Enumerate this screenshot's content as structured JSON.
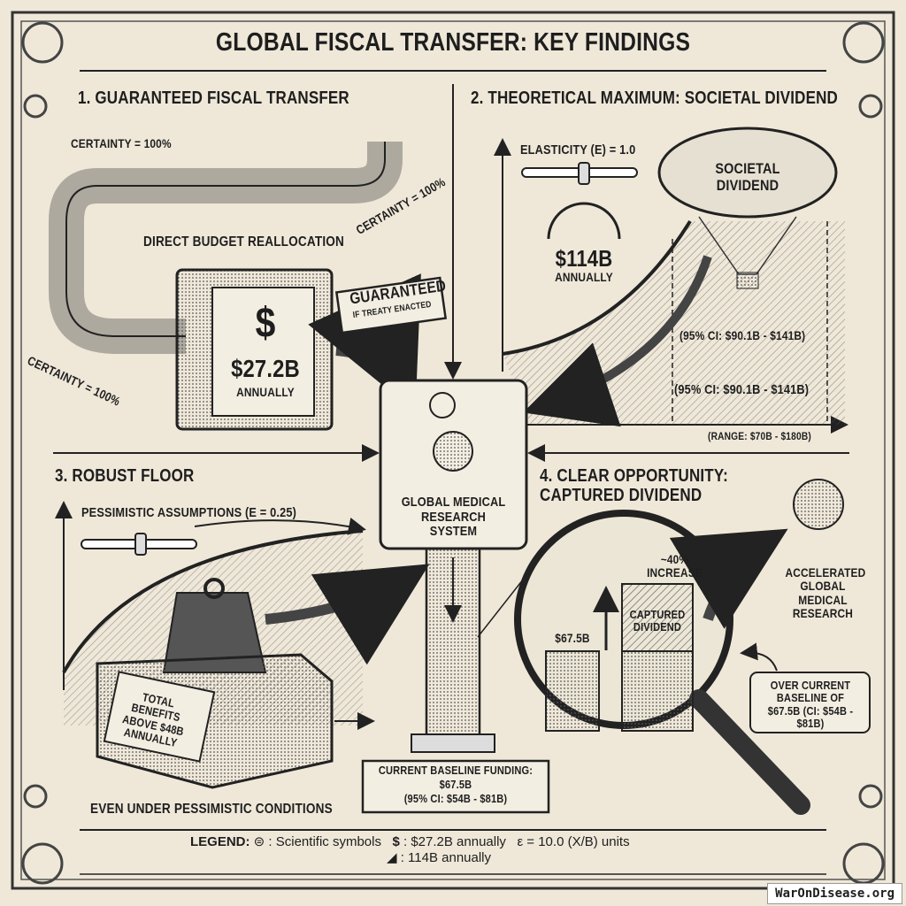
{
  "title": "Global Fiscal Transfer: Key Findings",
  "panel1": {
    "heading": "1. Guaranteed Fiscal Transfer",
    "certainty_top": "Certainty = 100%",
    "certainty_right": "Certainty = 100%",
    "certainty_bottom": "Certainty = 100%",
    "pipe_label": "Direct Budget Reallocation",
    "safe_symbol": "$",
    "safe_value": "$27.2B",
    "safe_unit": "Annually",
    "stamp_main": "Guaranteed",
    "stamp_sub": "If Treaty Enacted"
  },
  "panel2": {
    "heading": "2. Theoretical Maximum: Societal Dividend",
    "elasticity": "Elasticity (ε) = 1.0",
    "value": "$114B",
    "unit": "Annually",
    "blimp_label": "Societal Dividend",
    "ci_upper": "(95% CI: $90.1B - $141B)",
    "ci_lower": "(95% CI: $90.1B - $141B)",
    "range": "(Range: $70B - $180B)"
  },
  "center": {
    "label": "Global Medical Research System",
    "baseline_title": "Current Baseline Funding:",
    "baseline_value": "$67.5B",
    "baseline_ci": "(95% CI: $54B - $81B)"
  },
  "panel3": {
    "heading": "3. Robust Floor",
    "assumptions": "Pessimistic Assumptions (ε = 0.25)",
    "plaque": "Total Benefits Above $48B Annually",
    "footer": "Even Under Pessimistic Conditions"
  },
  "panel4": {
    "heading": "4. Clear Opportunity: Captured Dividend",
    "increase": "~40% Increase",
    "bar_label": "Captured Dividend",
    "baseline_bar": "$67.5B",
    "outcome": "Accelerated Global Medical Research",
    "callout": "Over Current Baseline of $67.5B (CI: $54B - $81B)"
  },
  "legend": {
    "title": "LEGEND:",
    "item1": ": Scientific symbols",
    "item2_symbol": "$",
    "item2": ": $27.2B annually",
    "item3": "ε = 10.0 (X/B) units",
    "item4": ": 114B annually"
  },
  "watermark": "WarOnDisease.org"
}
